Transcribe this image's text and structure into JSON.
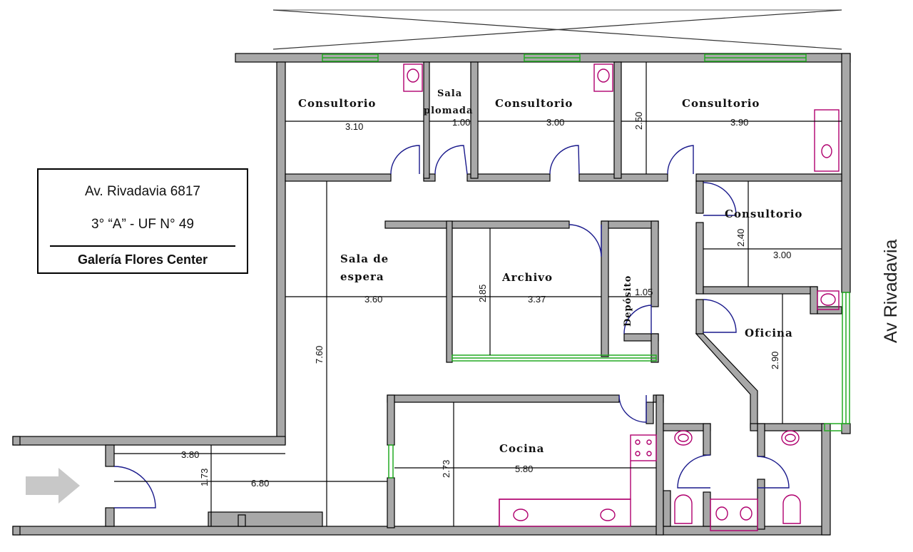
{
  "info_box": {
    "address": "Av. Rivadavia 6817",
    "unit": "3° “A” - UF N° 49",
    "building": "Galería Flores Center"
  },
  "street_label": "Av Rivadavia",
  "rooms": {
    "consultorio_1": "Consultorio",
    "sala_plomada_1": "Sala",
    "sala_plomada_2": "plomada",
    "consultorio_2": "Consultorio",
    "consultorio_3": "Consultorio",
    "consultorio_4": "Consultorio",
    "sala_espera_1": "Sala de",
    "sala_espera_2": "espera",
    "archivo": "Archivo",
    "deposito": "Depósito",
    "oficina": "Oficina",
    "cocina": "Cocina"
  },
  "dimensions": {
    "consultorio_1_width": "3.10",
    "sala_plomada_width": "1.00",
    "consultorio_2_width": "3.00",
    "consultorio_3_height": "2.50",
    "consultorio_3_width": "3.90",
    "consultorio_4_height": "2.40",
    "consultorio_4_width": "3.00",
    "espera_width": "3.60",
    "espera_height": "7.60",
    "archivo_height": "2.85",
    "archivo_width": "3.37",
    "deposito_width": "1.05",
    "oficina_height": "2.90",
    "cocina_height": "2.73",
    "cocina_width": "5.80",
    "hall_width": "3.80",
    "hall_height": "1.73",
    "total_length": "6.80"
  },
  "colors": {
    "wall": "#a8a8a8",
    "wall_edge": "#000000",
    "window": "#22aa22",
    "fixture": "#b0006e",
    "door": "#1a1a8c",
    "arrow": "#c8c8c8"
  }
}
